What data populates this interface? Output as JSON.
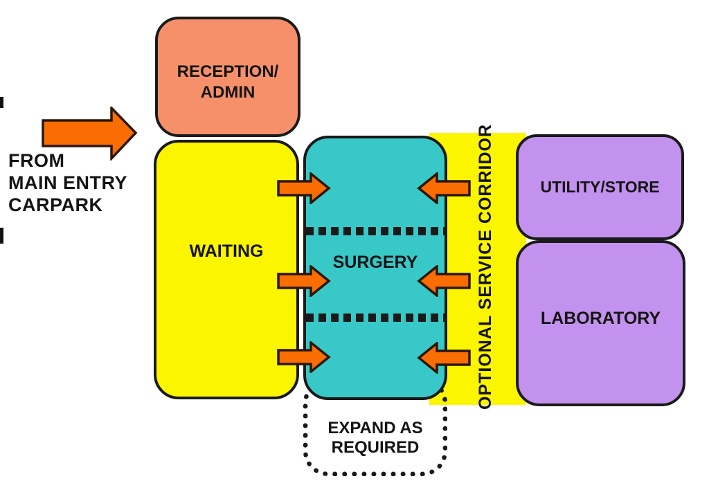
{
  "page": {
    "title": "clinic layout adjacency diagram"
  },
  "colors": {
    "yellow": "#fcf500",
    "teal": "#38c8c8",
    "salmon": "#f5906b",
    "purple": "#c392ee",
    "arrow": "#f96d02",
    "arrowline": "#2b1606",
    "outline": "#1a1a1a",
    "ink": "#141414",
    "background": "#ffffff"
  },
  "entry": {
    "caption": "FROM\nMAIN ENTRY\nCARPARK"
  },
  "rooms": {
    "reception": {
      "label": "RECEPTION/\nADMIN"
    },
    "waiting": {
      "label": "WAITING"
    },
    "surgery": {
      "label": "SURGERY"
    },
    "corridor": {
      "label": "OPTIONAL SERVICE CORRIDOR"
    },
    "utility": {
      "label": "UTILITY/STORE"
    },
    "laboratory": {
      "label": "LABORATORY"
    }
  },
  "annotations": {
    "expand": {
      "label": "EXPAND AS\nREQUIRED"
    }
  },
  "icons": {
    "entry_arrow": "arrow-right-icon",
    "flow_left": "arrow-right-icon",
    "flow_right": "arrow-left-icon"
  }
}
